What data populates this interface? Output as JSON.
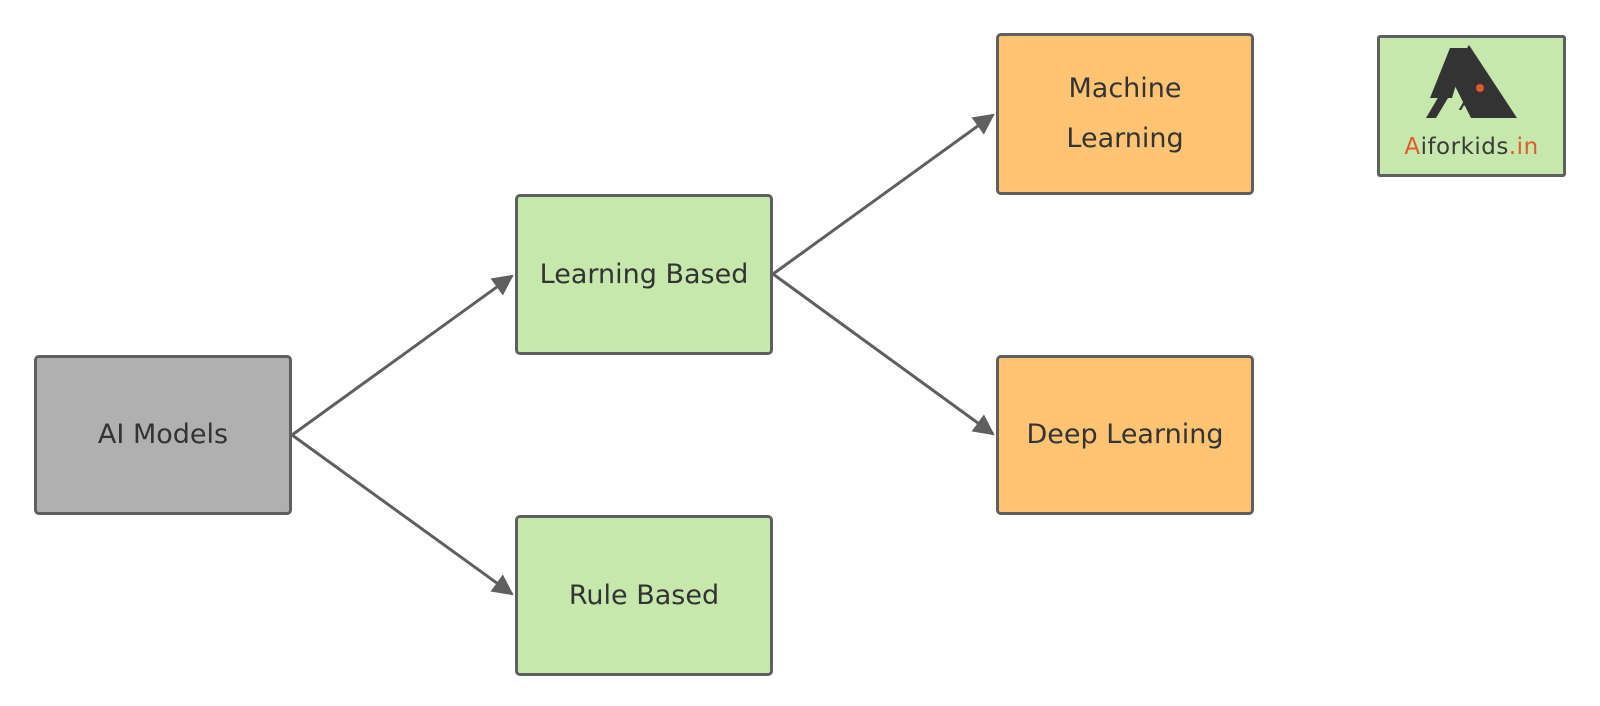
{
  "colors": {
    "root": "#b0b0b0",
    "category": "#c6e8ad",
    "technique": "#fec474",
    "border": "#5f5f5f",
    "edge": "#5f5f5f",
    "logo_bg": "#c6e8ad",
    "logo_accent": "#e05a2b",
    "text": "#333333"
  },
  "nodes": {
    "ai_models": {
      "label": "AI Models"
    },
    "learning_based": {
      "label": "Learning Based"
    },
    "rule_based": {
      "label": "Rule Based"
    },
    "machine_learning": {
      "label": "Machine\nLearning"
    },
    "deep_learning": {
      "label": "Deep Learning"
    }
  },
  "edges": [
    {
      "from": "ai_models",
      "to": "learning_based"
    },
    {
      "from": "ai_models",
      "to": "rule_based"
    },
    {
      "from": "learning_based",
      "to": "machine_learning"
    },
    {
      "from": "learning_based",
      "to": "deep_learning"
    }
  ],
  "logo": {
    "letter_accent": "A",
    "name_main": "iforkids",
    "name_suffix": ".in",
    "mark_text": "Ai",
    "icon": "triangle-logo-icon"
  }
}
